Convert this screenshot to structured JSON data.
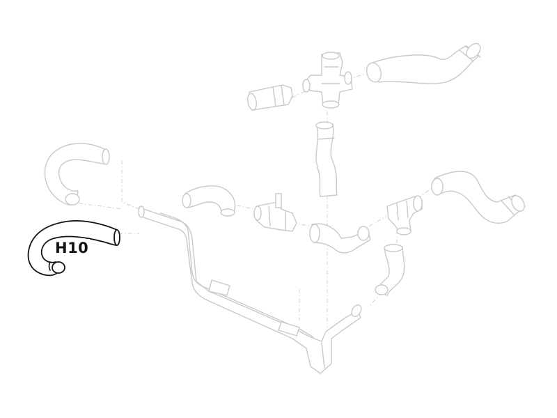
{
  "diagram": {
    "highlighted_part": {
      "label": "H10",
      "icon": "bent-hose-icon",
      "highlight_color": "#141414"
    },
    "ghost_color": "#c9c9c9",
    "parts": [
      "top-straight-connector",
      "top-cross-fitting",
      "top-right-long-hose",
      "vertical-center-hose",
      "left-u-hose",
      "left-elbow-hose",
      "center-valve",
      "center-elbow",
      "right-tee-fitting",
      "right-long-hose",
      "right-small-elbow",
      "coolant-pipe-assembly"
    ]
  }
}
